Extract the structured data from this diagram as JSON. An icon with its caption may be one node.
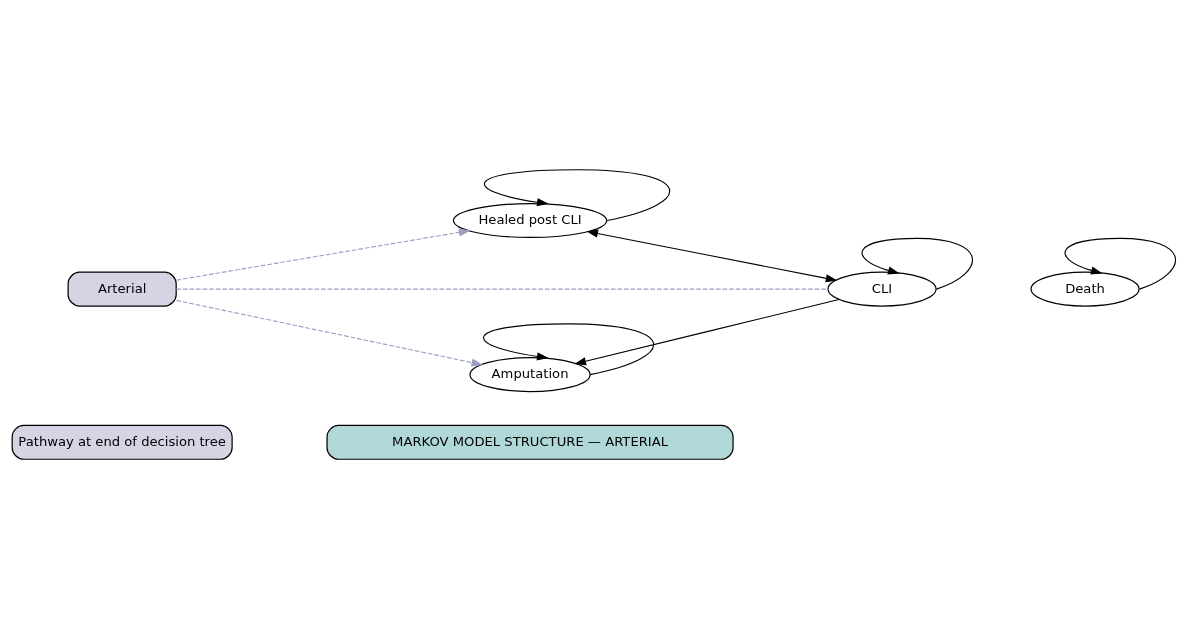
{
  "diagram": {
    "nodes": [
      {
        "text": [
          "Pathway at end of decision tree"
        ]
      },
      {
        "text": [
          "MARKOV MODEL STRUCTURE — ARTERIAL"
        ]
      },
      {
        "text": [
          "Healed post CLI"
        ]
      },
      {
        "text": [
          "Arterial"
        ]
      },
      {
        "text": [
          "CLI"
        ]
      },
      {
        "text": [
          "Amputation"
        ]
      },
      {
        "text": [
          "Death"
        ]
      }
    ],
    "edges": [
      {
        "from": 3,
        "to": 2,
        "arrow": "to",
        "style": "dashed",
        "color": "#9aa0c4"
      },
      {
        "from": 3,
        "to": 4,
        "arrow": "none",
        "style": "dashed",
        "color": "#9aa0c4"
      },
      {
        "from": 3,
        "to": 5,
        "arrow": "to",
        "style": "dashed",
        "color": "#9aa0c4"
      },
      {
        "from": 2,
        "to": 4,
        "arrow": "both"
      },
      {
        "from": 4,
        "to": 5,
        "arrow": "to"
      },
      {
        "from": 2,
        "to": 2,
        "arrow": "to"
      },
      {
        "from": 4,
        "to": 4,
        "arrow": "to"
      },
      {
        "from": 5,
        "to": 5,
        "arrow": "to"
      },
      {
        "from": 6,
        "to": 6,
        "arrow": "to"
      }
    ]
  }
}
